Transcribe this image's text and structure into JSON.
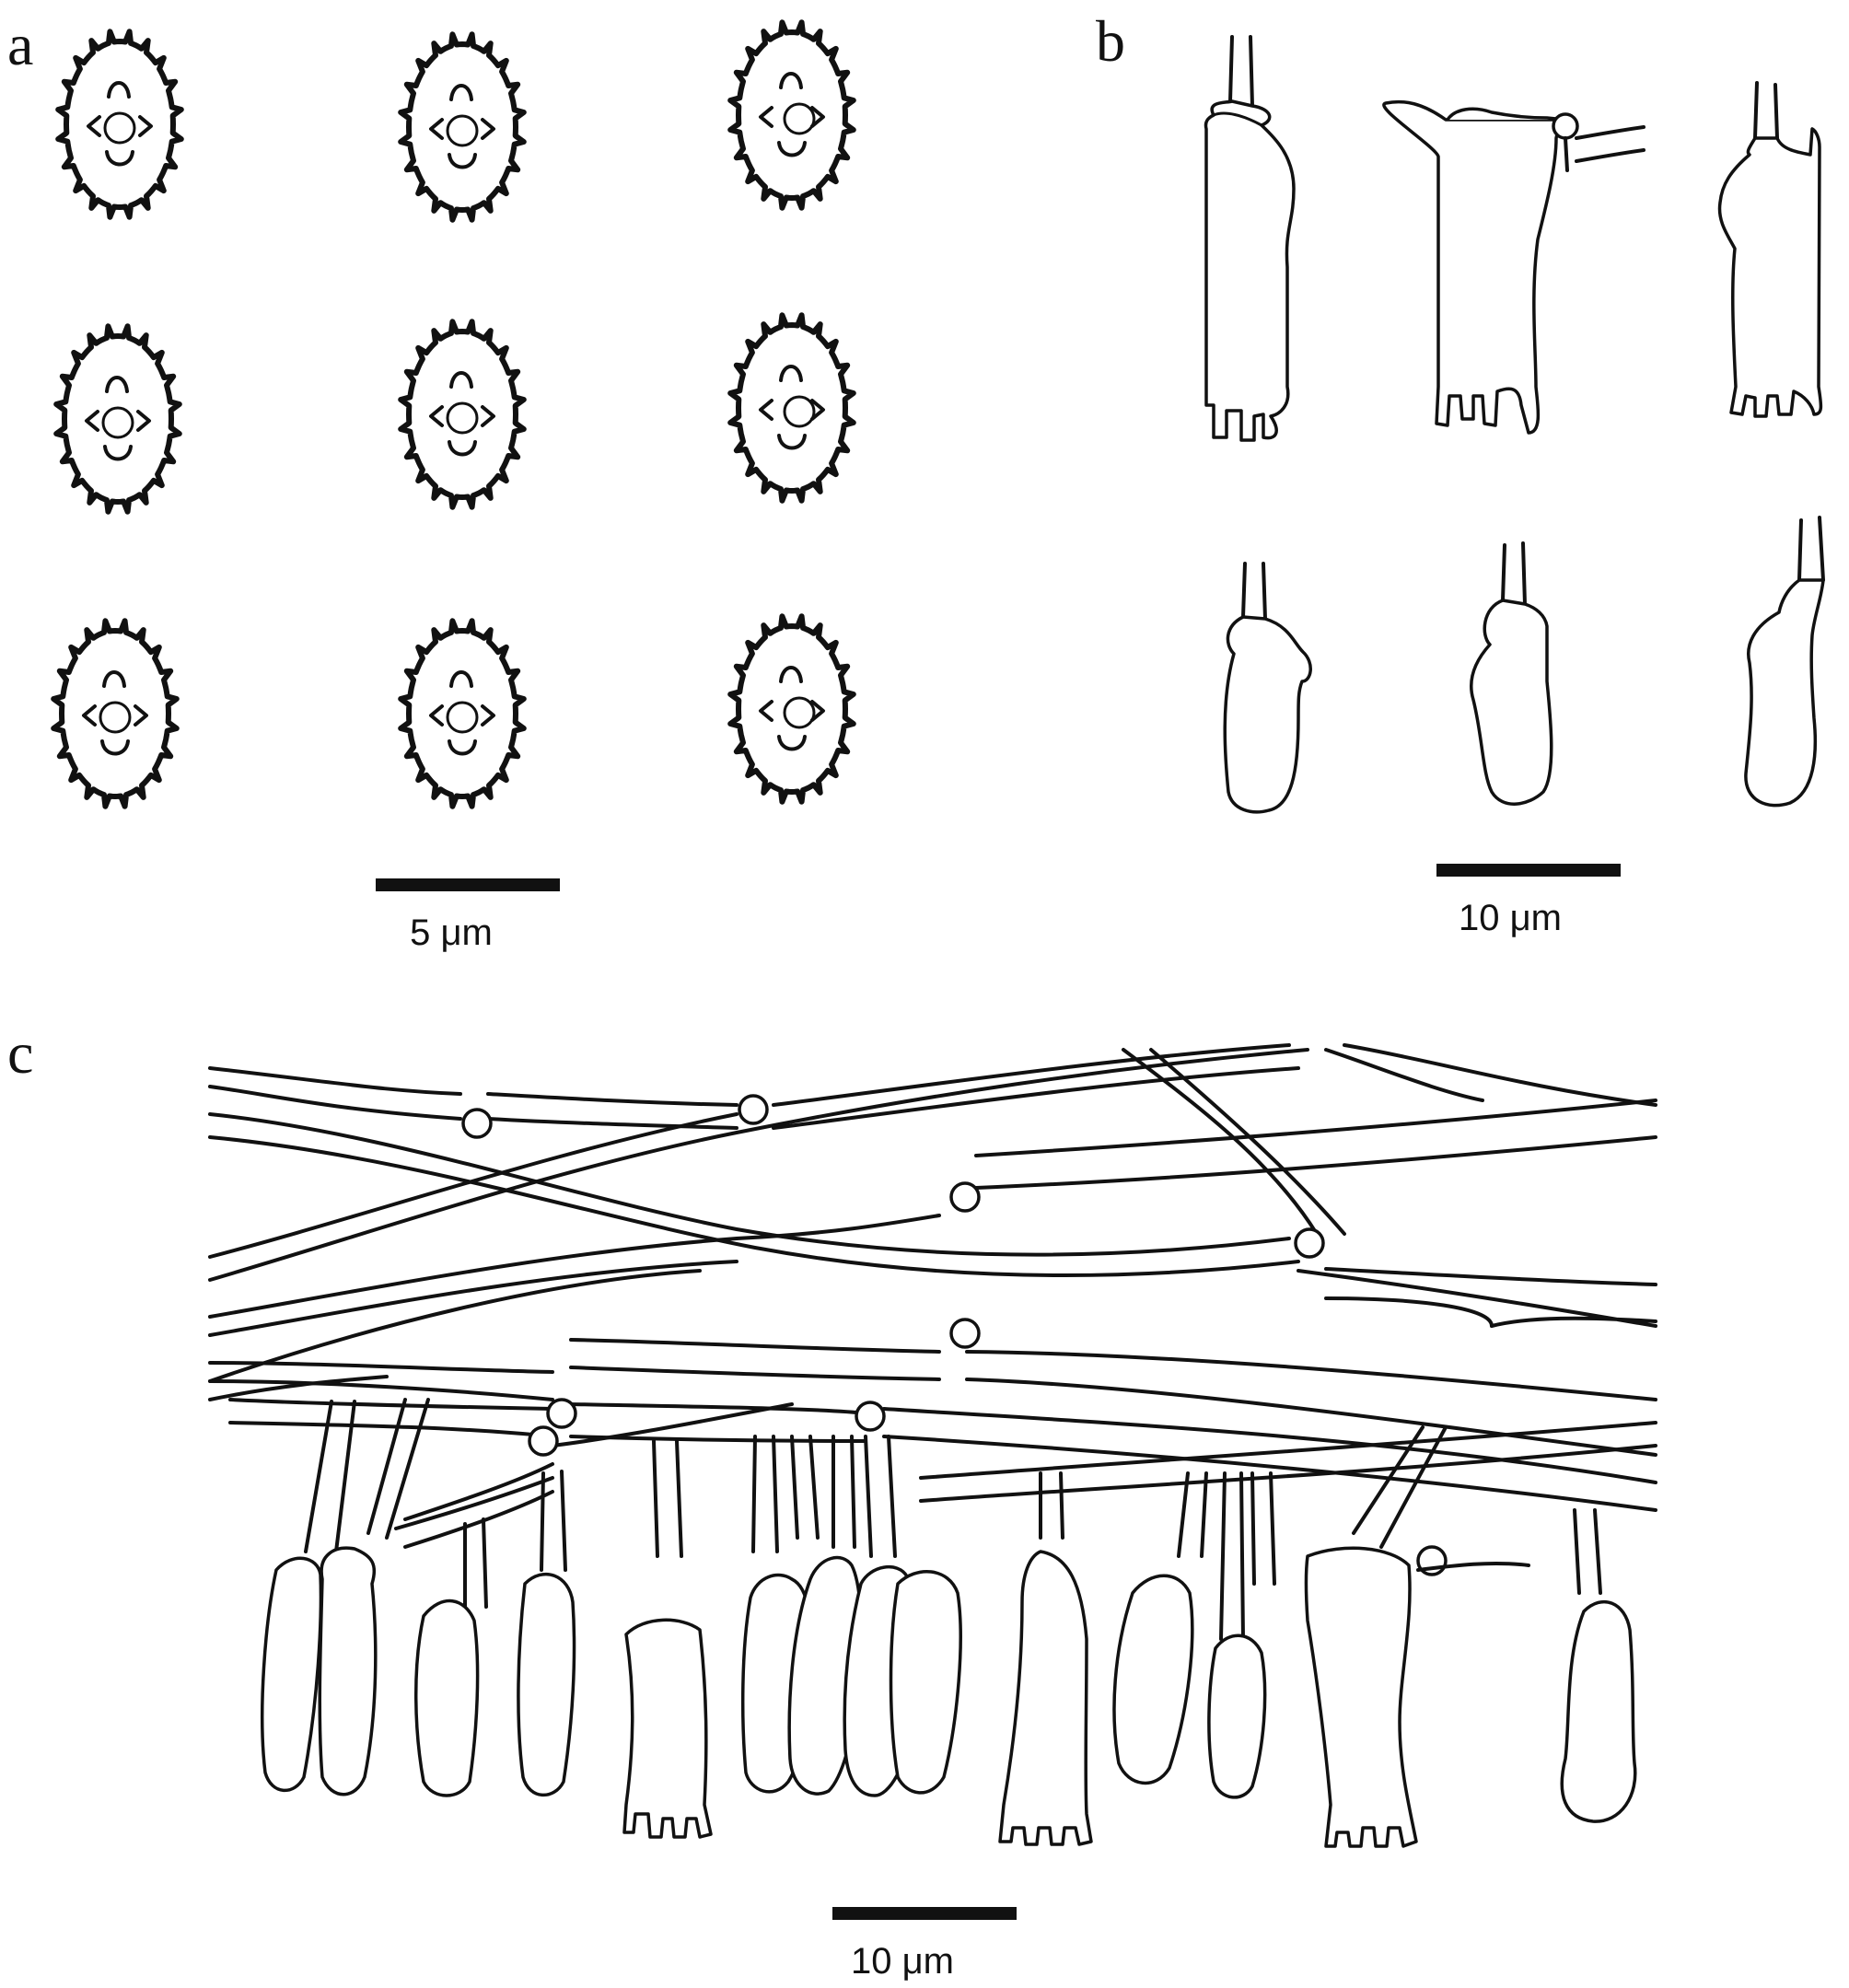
{
  "panels": {
    "a": {
      "letter": "a",
      "scale_label": "5 μm"
    },
    "b": {
      "letter": "b",
      "scale_label": "10 μm"
    },
    "c": {
      "letter": "c",
      "scale_label": "10 μm"
    }
  },
  "colors": {
    "ink": "#111111",
    "background": "#ffffff"
  }
}
